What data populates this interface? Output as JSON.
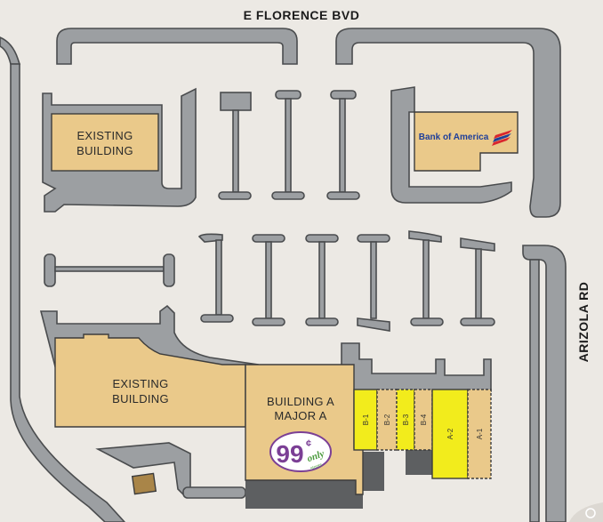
{
  "streets": {
    "north": "E FLORENCE BVD",
    "east": "ARIZOLA RD"
  },
  "buildings": {
    "existing_top": [
      "EXISTING",
      "BUILDING"
    ],
    "bank": "Bank of America",
    "existing_bottom": [
      "EXISTING",
      "BUILDING"
    ],
    "building_a": [
      "BUILDING A",
      "MAJOR A"
    ]
  },
  "units": [
    "B-1",
    "B-2",
    "B-3",
    "B-4",
    "A-2",
    "A-1"
  ],
  "logo": {
    "big": "99",
    "cent": "¢",
    "only": "only",
    "stores": "stores"
  },
  "colors": {
    "background": "#ece9e4",
    "curb": "#9c9fa2",
    "building": "#eac98a",
    "available": "#f2ec1c",
    "logo_purple": "#7b3f95",
    "logo_green": "#4a9a3c",
    "bank_blue": "#1f3f9a",
    "bank_red": "#d9262e"
  }
}
